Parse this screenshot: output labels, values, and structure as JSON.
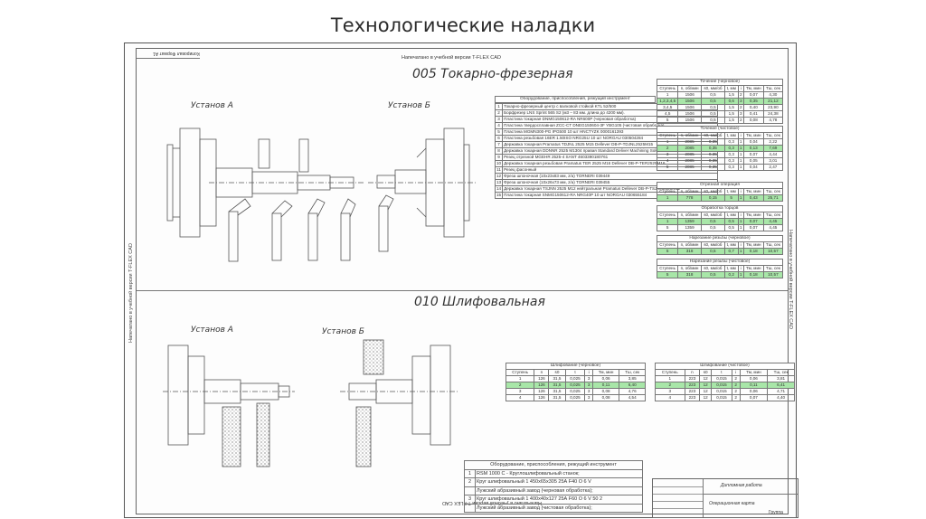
{
  "slide_title": "Технологические наладки",
  "sheet": {
    "banner_top": "Напечатано в учебной версии T-FLEX CAD",
    "banner_bottom": "Напечатано в учебной версии T-FLEX CAD",
    "banner_left": "Напечатано в учебной версии T-FLEX CAD",
    "banner_right": "Напечатано в учебной версии T-FLEX CAD",
    "corner_label": "Копировал Формат А1"
  },
  "op1": {
    "title": "005 Токарно-фрезерная",
    "setup_a": "Установ А",
    "setup_b": "Установ Б",
    "equipment_header": "Оборудование, приспособления, режущий инструмент",
    "equipment": [
      {
        "n": "1",
        "t": "Токарно-фрезерный центр с валковой стойкой KTL 52/500"
      },
      {
        "n": "2",
        "t": "Борфрезер LNS Sprint 565 S2 (м3 – 83 мм. длина до 4200 мм)."
      },
      {
        "n": "3",
        "t": "Пластина токарная DNMG150612-RA NR600P (черновая обработка)"
      },
      {
        "n": "4",
        "t": "Пластина твердосплавная ZCC-CT DNEG150604-3F YBG105 (чистовая обработка)"
      },
      {
        "n": "5",
        "t": "Пластина MGMN300-PG IPG500 10 шт HNCTYZK 0000161393"
      },
      {
        "n": "6",
        "t": "Пластина резьбовая 16ER 1.50ISO NRG25U 10 шт NORGAU 030504284"
      },
      {
        "n": "7",
        "t": "Державка токарная Pramatus TDJNL 2525 M15 Dellever DB-P-TDJNL2525M15"
      },
      {
        "n": "8",
        "t": "Державка токарная DDNNR 2525 M1304 правая Standard Deliver Machining Solutions DB-S-DDNNR2525M1304"
      },
      {
        "n": "9",
        "t": "Резец отрезной MGEHR 2525-4 SANT 4603390180761"
      },
      {
        "n": "10",
        "t": "Державка токарная резьбовая Pramatus TER 2525 M16 Dellever DB-P-TER2525M16"
      },
      {
        "n": "11",
        "t": "Резец фасонный"
      },
      {
        "n": "12",
        "t": "Фреза шпоночная (10х23х83 мм, z/a) TORNERI 039449"
      },
      {
        "n": "13",
        "t": "Фреза шпоночная (10х26х73 мм, z/a) TORNERI 039455"
      },
      {
        "n": "14",
        "t": "Державка токарная TSJNN 2525 M12 нейтральная Pramatus Dellever DB-P-TSJNN2525M12"
      },
      {
        "n": "15",
        "t": "Пластина токарная SNMG150612-RA NRG40P 10 шт NORGAU 030655184"
      }
    ],
    "tables": [
      {
        "title": "Точение (черновое)",
        "headers": [
          "Ступень",
          "n, об/мин",
          "s0, мм/об",
          "t, мм",
          "i",
          "Тм, мин",
          "Тш, сек"
        ],
        "rows": [
          [
            "1",
            "1506",
            "0,5",
            "1,5",
            "2",
            "0,07",
            "4,30"
          ],
          [
            "1,2,3,4,5",
            "1506",
            "0,5",
            "0,6",
            "3",
            "0,35",
            "21,12"
          ],
          [
            "3,4,5",
            "1506",
            "0,5",
            "1,5",
            "2",
            "0,40",
            "23,90"
          ],
          [
            "4,5",
            "1506",
            "0,5",
            "1,5",
            "3",
            "0,41",
            "24,38"
          ],
          [
            "5",
            "1506",
            "0,5",
            "1,5",
            "2",
            "0,08",
            "4,78"
          ]
        ],
        "highlight": [
          1
        ]
      },
      {
        "title": "Точение (чистовое)",
        "headers": [
          "Ступень",
          "n, об/мин",
          "s0, мм/об",
          "t, мм",
          "i",
          "Тм, мин",
          "Тш, сек"
        ],
        "rows": [
          [
            "1",
            "2085",
            "0,35",
            "0,3",
            "1",
            "0,04",
            "2,22"
          ],
          [
            "2",
            "2085",
            "0,35",
            "0,3",
            "1",
            "0,13",
            "7,69"
          ],
          [
            "3",
            "2085",
            "0,35",
            "0,3",
            "1",
            "0,07",
            "4,44"
          ],
          [
            "4",
            "2085",
            "0,35",
            "0,3",
            "1",
            "0,05",
            "3,01"
          ],
          [
            "5",
            "2085",
            "0,35",
            "0,3",
            "1",
            "0,04",
            "2,47"
          ]
        ],
        "highlight": [
          1
        ]
      },
      {
        "title": "Отрезная операция",
        "headers": [
          "Ступень",
          "n, об/мин",
          "s0, мм/об",
          "t, мм",
          "i",
          "Тм, мин",
          "Тш, сек"
        ],
        "rows": [
          [
            "1",
            "778",
            "0,15",
            "5",
            "1",
            "0,43",
            "25,71"
          ]
        ],
        "highlight": [
          0
        ]
      },
      {
        "title": "Обработка торцов",
        "headers": [
          "Ступень",
          "n, об/мин",
          "s0, мм/об",
          "t, мм",
          "i",
          "Тм, мин",
          "Тш, сек"
        ],
        "rows": [
          [
            "1",
            "1359",
            "0,5",
            "0,5",
            "1",
            "0,07",
            "4,45"
          ],
          [
            "5",
            "1359",
            "0,5",
            "0,5",
            "1",
            "0,07",
            "4,45"
          ]
        ],
        "highlight": [
          0
        ]
      },
      {
        "title": "Нарезание резьбы (черновое)",
        "headers": [
          "Ступень",
          "n, об/мин",
          "s0, мм/об",
          "t, мм",
          "i",
          "Тм, мин",
          "Тш, сек"
        ],
        "rows": [
          [
            "5",
            "318",
            "0,5",
            "0,7",
            "1",
            "0,18",
            "10,57"
          ]
        ],
        "highlight": [
          0
        ]
      },
      {
        "title": "Нарезание резьбы (чистовое)",
        "headers": [
          "Ступень",
          "n, об/мин",
          "s0, мм/об",
          "t, мм",
          "i",
          "Тм, мин",
          "Тш, сек"
        ],
        "rows": [
          [
            "5",
            "318",
            "0,5",
            "0,2",
            "1",
            "0,18",
            "10,57"
          ]
        ],
        "highlight": [
          0
        ]
      }
    ]
  },
  "op2": {
    "title": "010 Шлифовальная",
    "setup_a": "Установ А",
    "setup_b": "Установ Б",
    "tables": [
      {
        "title": "Шлифование (черновое)",
        "headers": [
          "Ступень",
          "n",
          "s0",
          "t",
          "i",
          "Тм, мин",
          "Тш, сек"
        ],
        "rows": [
          [
            "1",
            "126",
            "31,5",
            "0,025",
            "3",
            "0,06",
            "3,85"
          ],
          [
            "2",
            "126",
            "31,5",
            "0,025",
            "3",
            "0,11",
            "6,40"
          ],
          [
            "3",
            "126",
            "31,5",
            "0,025",
            "3",
            "0,08",
            "4,76"
          ],
          [
            "4",
            "126",
            "31,5",
            "0,025",
            "3",
            "0,08",
            "4,54"
          ]
        ],
        "highlight": [
          1
        ]
      },
      {
        "title": "Шлифование (чистовое)",
        "headers": [
          "Ступень",
          "n",
          "s0",
          "t",
          "i",
          "Тм, мин",
          "Тш, сек"
        ],
        "rows": [
          [
            "1",
            "223",
            "12",
            "0,015",
            "2",
            "0,06",
            "3,81"
          ],
          [
            "2",
            "223",
            "12",
            "0,015",
            "2",
            "0,11",
            "6,41"
          ],
          [
            "3",
            "223",
            "12",
            "0,015",
            "2",
            "0,06",
            "4,71"
          ],
          [
            "4",
            "223",
            "12",
            "0,015",
            "2",
            "0,07",
            "4,40"
          ]
        ],
        "highlight": [
          1
        ]
      }
    ],
    "equipment_header": "Оборудование, приспособления, режущий инструмент",
    "equipment": [
      {
        "n": "1",
        "t": "RSM 1000 C - Круглошлифовальный станок;"
      },
      {
        "n": "2",
        "t": "Круг шлифовальный 1 450х65х305 25А F40 O 6 V"
      },
      {
        "n": "",
        "t": "Лужский абразивный завод (черновая обработка);"
      },
      {
        "n": "3",
        "t": "Круг шлифовальный 1 400х40х127 25А F60 O 6 V 50 2"
      },
      {
        "n": "",
        "t": "Лужский абразивный завод (чистовая обработка);"
      }
    ]
  },
  "stamp": {
    "doc_type": "Дипломная работа",
    "sheet_name": "Операционная карта",
    "group": "Группа"
  },
  "colors": {
    "highlight": "#a8e6a8",
    "lines": "#555555"
  }
}
